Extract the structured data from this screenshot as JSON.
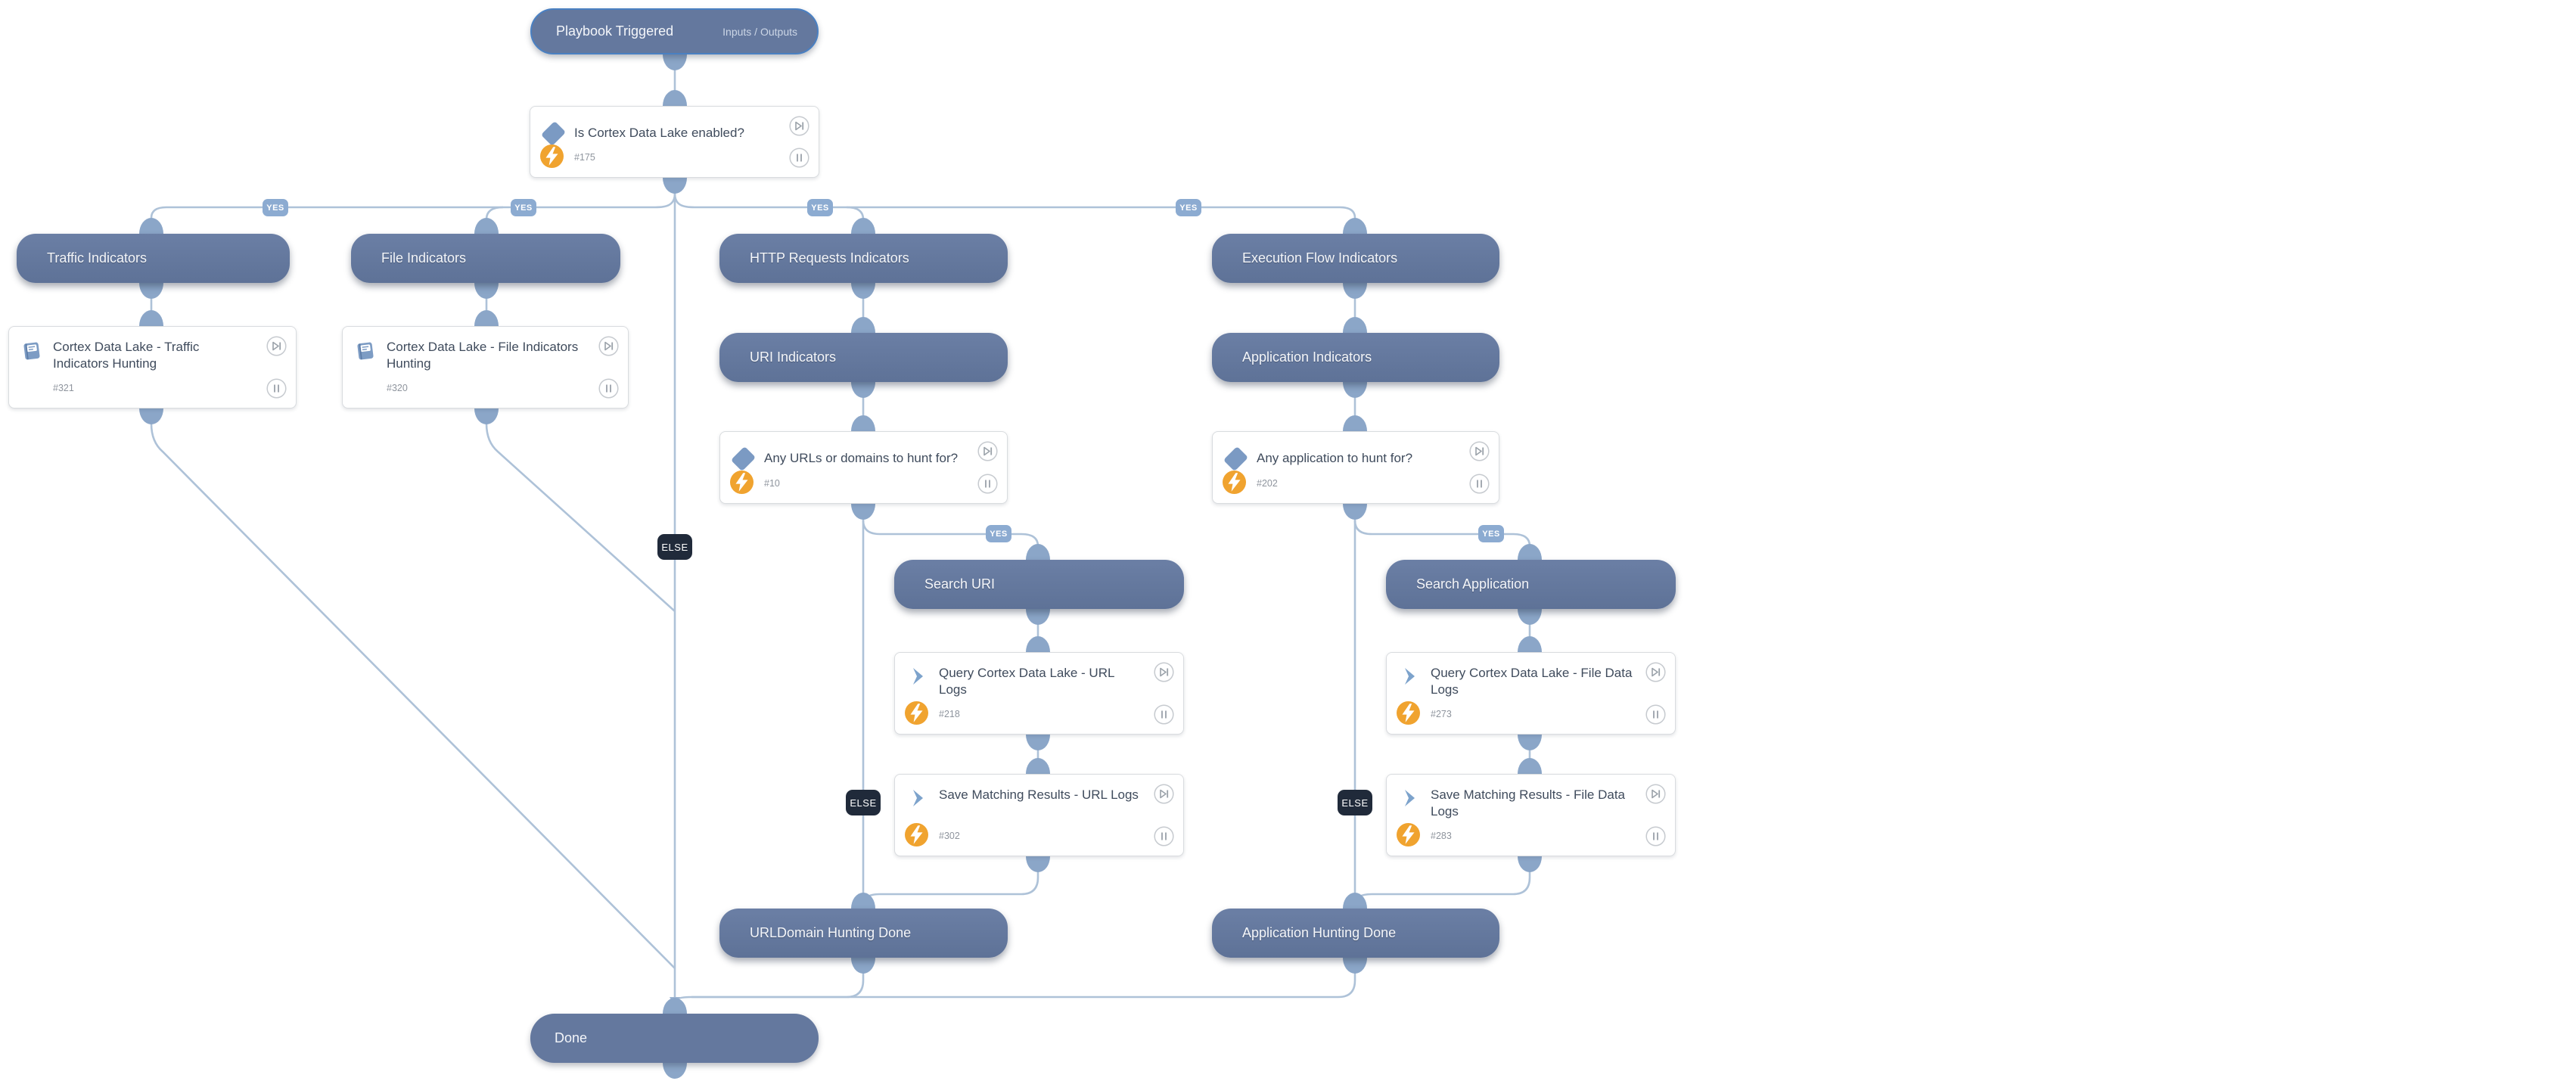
{
  "diagram": {
    "yes_label": "YES",
    "else_label": "ELSE",
    "colors": {
      "section_pill": "#64789e",
      "start_border": "#4a80c2",
      "edge_line": "#aec2d8",
      "connector_dot": "#8ba6c8",
      "yes_badge": "#8cabd1",
      "else_badge": "#202a3a",
      "bolt_circle": "#f0a32f",
      "card_title_text": "#3f4b5c"
    },
    "nodes": {
      "playbook_triggered": {
        "title": "Playbook Triggered",
        "link": "Inputs / Outputs"
      },
      "is_cdl_enabled": {
        "title": "Is Cortex Data Lake enabled?",
        "task_id": "#175"
      },
      "traffic_indicators": {
        "title": "Traffic Indicators"
      },
      "file_indicators": {
        "title": "File Indicators"
      },
      "http_requests_indicators": {
        "title": "HTTP Requests Indicators"
      },
      "execution_flow_indicators": {
        "title": "Execution Flow Indicators"
      },
      "cdl_traffic_hunting": {
        "title": "Cortex Data Lake - Traffic Indicators Hunting",
        "task_id": "#321"
      },
      "cdl_file_hunting": {
        "title": "Cortex Data Lake - File Indicators Hunting",
        "task_id": "#320"
      },
      "uri_indicators": {
        "title": "URI Indicators"
      },
      "application_indicators": {
        "title": "Application Indicators"
      },
      "any_urls": {
        "title": "Any URLs or domains to hunt for?",
        "task_id": "#10"
      },
      "any_application": {
        "title": "Any application to hunt for?",
        "task_id": "#202"
      },
      "search_uri": {
        "title": "Search URI"
      },
      "search_application": {
        "title": "Search Application"
      },
      "query_url_logs": {
        "title": "Query Cortex Data Lake - URL Logs",
        "task_id": "#218"
      },
      "query_file_logs": {
        "title": "Query Cortex Data Lake - File Data Logs",
        "task_id": "#273"
      },
      "save_url_logs": {
        "title": "Save Matching Results - URL Logs",
        "task_id": "#302"
      },
      "save_file_logs": {
        "title": "Save Matching Results - File Data Logs",
        "task_id": "#283"
      },
      "urldomain_done": {
        "title": "URLDomain Hunting Done"
      },
      "application_done": {
        "title": "Application Hunting Done"
      },
      "done": {
        "title": "Done"
      }
    }
  }
}
